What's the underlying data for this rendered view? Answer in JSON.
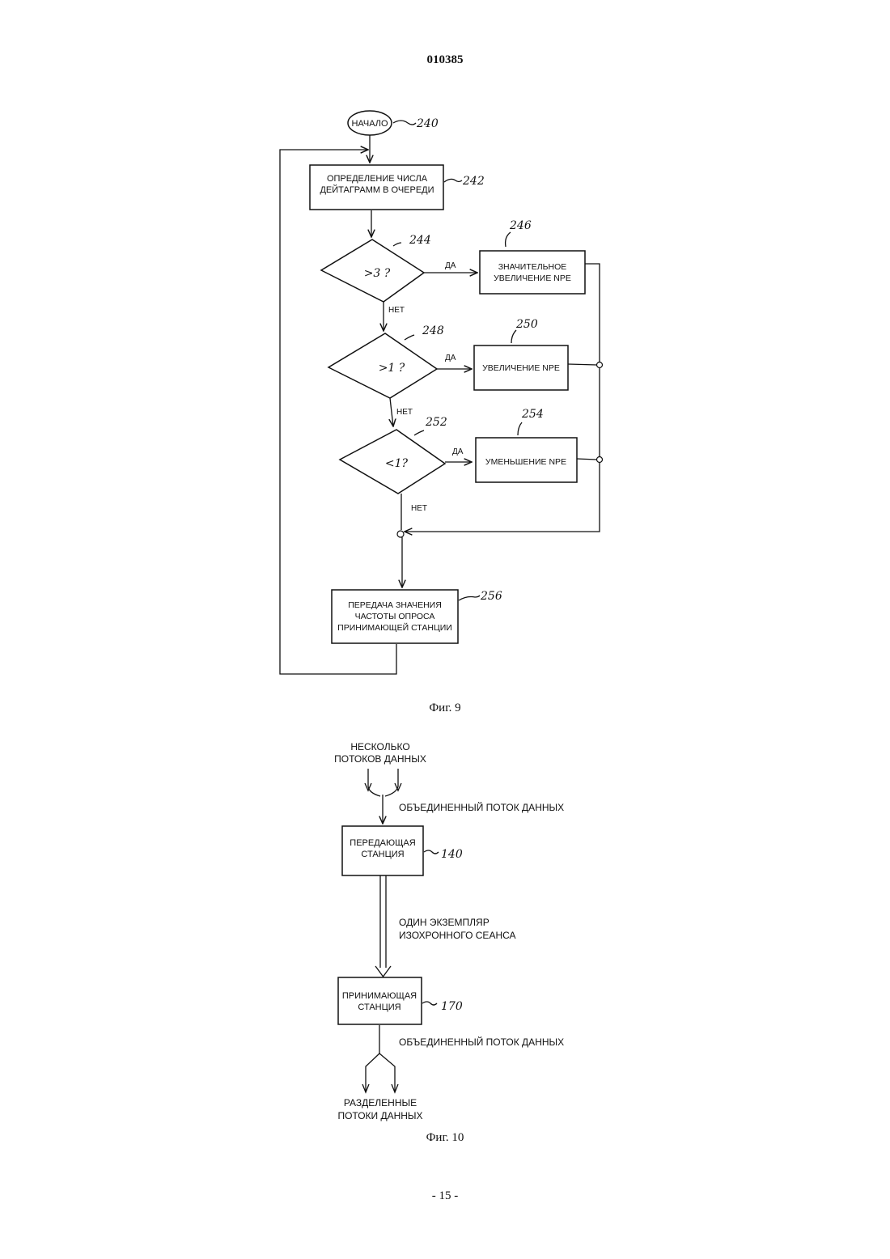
{
  "header": {
    "document_number": "010385"
  },
  "figure9": {
    "caption": "Фиг. 9",
    "start": {
      "label": "НАЧАЛО",
      "ref": "240"
    },
    "steps": [
      {
        "id": "242",
        "lines": [
          "ОПРЕДЕЛЕНИЕ ЧИСЛА",
          "ДЕЙТАГРАММ В ОЧЕРЕДИ"
        ]
      },
      {
        "id": "256",
        "lines": [
          "ПЕРЕДАЧА ЗНАЧЕНИЯ",
          "ЧАСТОТЫ ОПРОСА",
          "ПРИНИМАЮЩЕЙ СТАНЦИИ"
        ]
      }
    ],
    "decisions": [
      {
        "id": "244",
        "condition": ">3 ?",
        "yes": "ДА",
        "no": "НЕТ",
        "action": {
          "id": "246",
          "lines": [
            "ЗНАЧИТЕЛЬНОЕ",
            "УВЕЛИЧЕНИЕ NPE"
          ]
        }
      },
      {
        "id": "248",
        "condition": ">1 ?",
        "yes": "ДА",
        "no": "НЕТ",
        "action": {
          "id": "250",
          "lines": [
            "УВЕЛИЧЕНИЕ NPE"
          ]
        }
      },
      {
        "id": "252",
        "condition": "<1?",
        "yes": "ДА",
        "no": "НЕТ",
        "action": {
          "id": "254",
          "lines": [
            "УМЕНЬШЕНИЕ NPE"
          ]
        }
      }
    ]
  },
  "figure10": {
    "caption": "Фиг. 10",
    "input_label": [
      "НЕСКОЛЬКО",
      "ПОТОКОВ ДАННЫХ"
    ],
    "combined_label_top": "ОБЪЕДИНЕННЫЙ ПОТОК ДАННЫХ",
    "sender": {
      "lines": [
        "ПЕРЕДАЮЩАЯ",
        "СТАНЦИЯ"
      ],
      "ref": "140"
    },
    "session_label": [
      "ОДИН ЭКЗЕМПЛЯР",
      "ИЗОХРОННОГО СЕАНСА"
    ],
    "receiver": {
      "lines": [
        "ПРИНИМАЮЩАЯ",
        "СТАНЦИЯ"
      ],
      "ref": "170"
    },
    "combined_label_bottom": "ОБЪЕДИНЕННЫЙ ПОТОК ДАННЫХ",
    "output_label": [
      "РАЗДЕЛЕННЫЕ",
      "ПОТОКИ ДАННЫХ"
    ]
  },
  "footer": {
    "page_number": "- 15 -"
  }
}
